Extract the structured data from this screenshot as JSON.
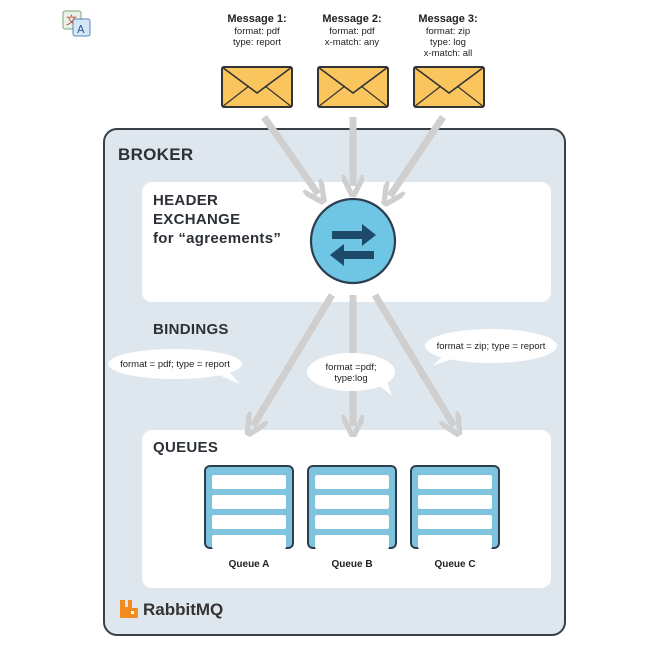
{
  "messages": [
    {
      "title": "Message 1:",
      "lines": [
        "format: pdf",
        "type: report"
      ]
    },
    {
      "title": "Message 2:",
      "lines": [
        "format: pdf",
        "x-match: any"
      ]
    },
    {
      "title": "Message 3:",
      "lines": [
        "format: zip",
        "type: log",
        "x-match: all"
      ]
    }
  ],
  "broker": {
    "title": "BROKER"
  },
  "exchange": {
    "line1": "HEADER",
    "line2": "EXCHANGE",
    "line3": "for “agreements”"
  },
  "bindings": {
    "title": "BINDINGS",
    "items": [
      "format = pdf; type = report",
      "format =pdf;",
      "type:log",
      "format = zip; type = report"
    ]
  },
  "queues": {
    "title": "QUEUES",
    "labels": [
      "Queue A",
      "Queue B",
      "Queue C"
    ]
  },
  "brand": {
    "name": "RabbitMQ"
  },
  "colors": {
    "envelope": "#fbc55e",
    "exchange_circle": "#6ec6e4",
    "queue": "#7fc4de",
    "rabbitmq_orange": "#f28c21",
    "arrow": "#cfcfcf"
  },
  "icons": [
    "translate-icon",
    "envelope-icon",
    "swap-arrows-icon",
    "rabbitmq-logo-icon"
  ]
}
